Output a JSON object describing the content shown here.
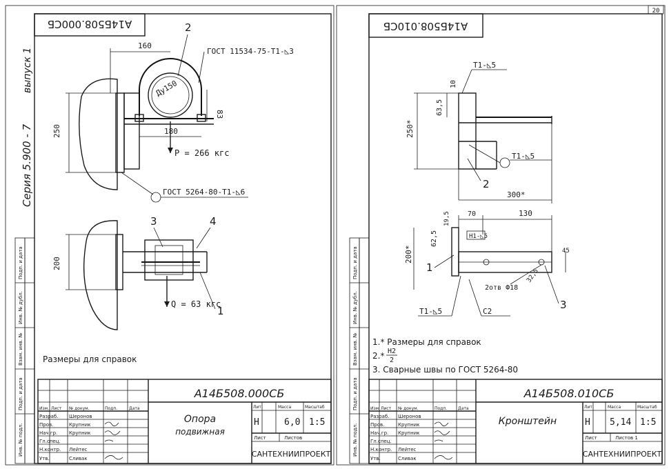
{
  "left_sheet": {
    "top_code": "А14Б508.000СБ",
    "side_series": "Серия 5.900 - 7",
    "side_issue": "выпуск 1",
    "side_stamps": [
      "Инв. № подл.",
      "Подп. и дата",
      "Взам. инв. №",
      "Инв. № дубл.",
      "Подп. и дата"
    ],
    "dim_160": "160",
    "callout_2": "2",
    "gost_top": "ГОСТ 11534-75-Т1-◺3",
    "dim_d": "Ду150",
    "dim_83": "83",
    "dim_250": "250",
    "dim_180": "180",
    "load_p": "Р = 266 кгс",
    "gost_bottom": "ГОСТ 5264-80-Т1-◺6",
    "callout_3": "3",
    "callout_4": "4",
    "dim_200": "200",
    "load_q": "Q = 63 кгс",
    "callout_1": "1",
    "note": "Размеры для справок",
    "title_code": "А14Б508.000СБ",
    "title_name_1": "Опора",
    "title_name_2": "подвижная",
    "lit": "Лит.",
    "mass": "Масса",
    "scale_h": "Масштаб",
    "lit_val": "Н",
    "mass_val": "6,0",
    "scale_val": "1:5",
    "sheet": "Лист",
    "sheets": "Листов",
    "org": "САНТЕХНИИПРОЕКТ",
    "rows": [
      [
        "Изм.",
        "Лист",
        "№ докум.",
        "Подп.",
        "Дата"
      ],
      [
        "Разраб.",
        "Шеронов",
        "",
        ""
      ],
      [
        "Пров.",
        "Крупник",
        "",
        ""
      ],
      [
        "Нач.гр.",
        "Крупник",
        "",
        ""
      ],
      [
        "Гл.спец.",
        "",
        "",
        ""
      ],
      [
        "Н.контр.",
        "Лейтес",
        "",
        ""
      ],
      [
        "Утв.",
        "Сливак",
        "",
        ""
      ]
    ]
  },
  "right_sheet": {
    "page_number": "20",
    "top_code": "А14Б508.010СБ",
    "weld_top": "Т1-◺5",
    "dim_10": "10",
    "dim_63_5": "63,5",
    "dim_250": "250*",
    "weld_mid": "Т1-◺5",
    "callout_2": "2",
    "dim_300": "300*",
    "dim_70": "70",
    "dim_130": "130",
    "dim_19_5": "19,5",
    "weld_n": "Н1-◺5",
    "dim_62_5": "62,5",
    "dim_200": "200*",
    "dim_45": "45",
    "callout_1": "1",
    "holes": "2отв Ф18",
    "dim_32_5": "32,5",
    "weld_bottom": "Т1-◺5",
    "c2": "С2",
    "callout_3": "3",
    "note_1": "1.* Размеры для справок",
    "note_2_a": "2.* ",
    "note_2_num": "Н2",
    "note_2_den": "2",
    "note_3": "3. Сварные швы по ГОСТ 5264-80",
    "title_code": "А14Б508.010СБ",
    "title_name": "Кронштейн",
    "lit": "Лит.",
    "mass": "Масса",
    "scale_h": "Масштаб",
    "lit_val": "Н",
    "mass_val": "5,14",
    "scale_val": "1:5",
    "sheet": "Лист",
    "sheets": "Листов 1",
    "org": "САНТЕХНИИПРОЕКТ",
    "side_stamps": [
      "Инв. № подл.",
      "Подп. и дата",
      "Взам. инв. №",
      "Инв. № дубл.",
      "Подп. и дата"
    ],
    "rows": [
      [
        "Изм.",
        "Лист",
        "№ докум.",
        "Подп.",
        "Дата"
      ],
      [
        "Разраб.",
        "Шеронов",
        "",
        ""
      ],
      [
        "Пров.",
        "Крупник",
        "",
        ""
      ],
      [
        "Нач.гр.",
        "Крупник",
        "",
        ""
      ],
      [
        "Гл.спец.",
        "",
        "",
        ""
      ],
      [
        "Н.контр.",
        "Лейтес",
        "",
        ""
      ],
      [
        "Утв.",
        "Сливак",
        "",
        ""
      ]
    ]
  }
}
